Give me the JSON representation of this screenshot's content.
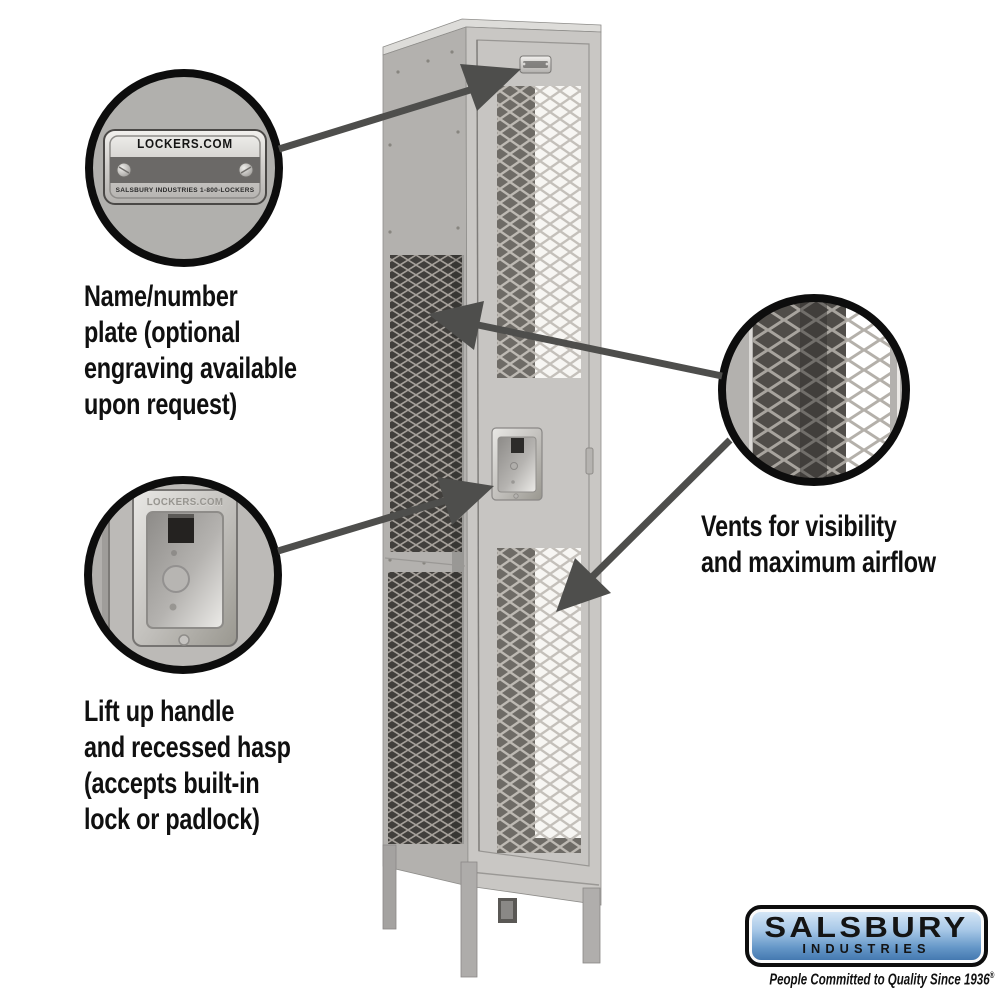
{
  "image_type": "annotated product diagram of a vented metal locker",
  "callouts": {
    "name_plate": {
      "label_lines": [
        "Name/number",
        "plate (optional",
        "engraving available",
        "upon request)"
      ],
      "plate": {
        "title": "LOCKERS.COM",
        "subtitle": "SALSBURY INDUSTRIES    1-800-LOCKERS"
      }
    },
    "handle": {
      "label_lines": [
        "Lift up handle",
        "and recessed hasp",
        "(accepts built-in",
        "lock or padlock)"
      ],
      "embossed_text": "LOCKERS.COM"
    },
    "vents": {
      "label_lines": [
        "Vents for visibility",
        "and maximum airflow"
      ]
    }
  },
  "logo": {
    "brand": "SALSBURY",
    "brand_sub": "INDUSTRIES",
    "tagline": "People Committed to Quality Since 1936",
    "registered_mark": "®"
  },
  "colors": {
    "background": "#ffffff",
    "locker_front": "#c9c7c4",
    "locker_side": "#b3b1ae",
    "arrow_gray": "#4e4e4c",
    "callout_ring": "#0d0d0d",
    "logo_blue_top": "#dcebf8",
    "logo_blue_bottom": "#3d72ab",
    "text_black": "#101010"
  }
}
